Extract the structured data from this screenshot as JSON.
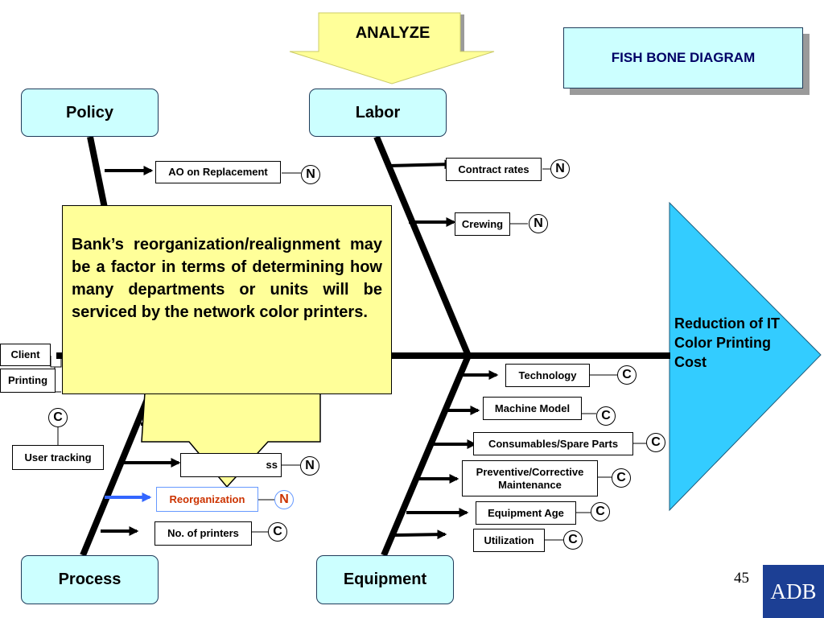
{
  "header": {
    "banner": "ANALYZE",
    "title": "FISH BONE DIAGRAM"
  },
  "effect": "Reduction of IT Color Printing Cost",
  "categories": {
    "policy": "Policy",
    "labor": "Labor",
    "process": "Process",
    "equipment": "Equipment"
  },
  "causes": {
    "policy": [
      {
        "label": "AO on Replacement",
        "rating": "N"
      }
    ],
    "labor": [
      {
        "label": "Contract rates",
        "rating": "N"
      },
      {
        "label": "Crewing",
        "rating": "N"
      }
    ],
    "left_partial": [
      {
        "label": "Client"
      },
      {
        "label": "Printing"
      }
    ],
    "process": [
      {
        "label": "User tracking",
        "rating": "C"
      },
      {
        "label": "ss",
        "rating": "N"
      },
      {
        "label": "Reorganization",
        "rating": "N",
        "highlighted": true
      },
      {
        "label": "No. of printers",
        "rating": "C"
      }
    ],
    "equipment": [
      {
        "label": "Technology",
        "rating": "C"
      },
      {
        "label": "Machine Model",
        "rating": "C"
      },
      {
        "label": "Consumables/Spare Parts",
        "rating": "C"
      },
      {
        "label": "Preventive/Corrective Maintenance",
        "rating": "C"
      },
      {
        "label": "Equipment Age",
        "rating": "C"
      },
      {
        "label": "Utilization",
        "rating": "C"
      }
    ]
  },
  "note": "Bank’s reorganization/realignment may be a factor in terms of determining how many departments or units will be serviced by the network color printers.",
  "footer": {
    "page": "45",
    "logo": "ADB"
  },
  "colors": {
    "category_fill": "#ccffff",
    "note_fill": "#ffff99",
    "head_fill": "#33ccff",
    "highlight": "#cc3300",
    "highlight_arrow": "#3366ff",
    "logo": "#1c3f94"
  }
}
